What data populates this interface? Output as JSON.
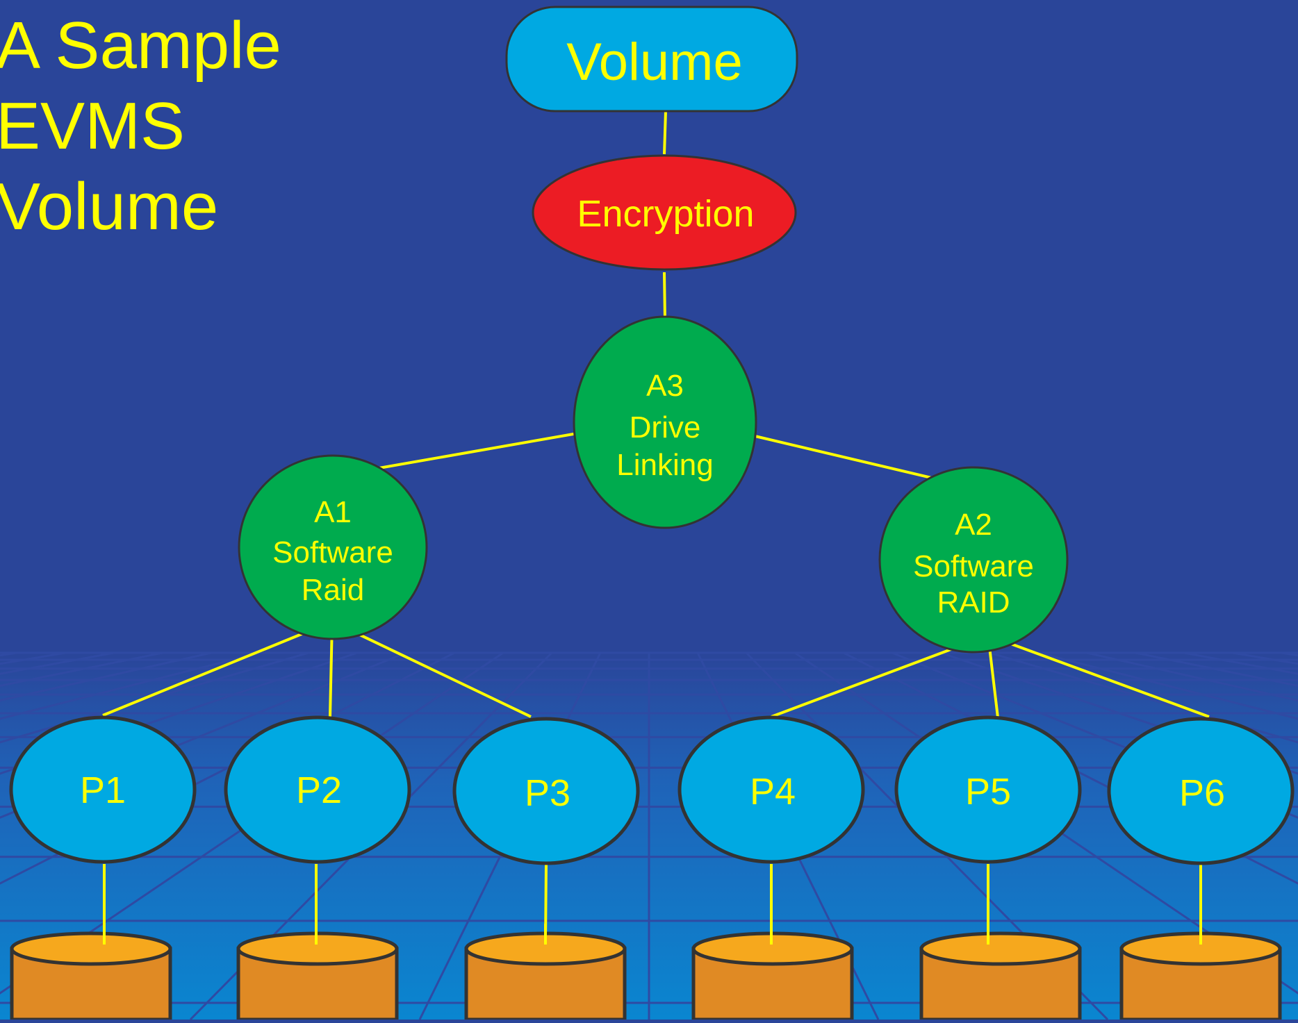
{
  "title": {
    "lines": [
      "A Sample",
      "EVMS",
      "Volume"
    ]
  },
  "colors": {
    "background": "#2a4599",
    "text": "#ffff00",
    "connector": "#ffff00",
    "volume_node": "#00a9e2",
    "encryption_node": "#ec1c24",
    "aggregate_node": "#00ab4e",
    "partition_node": "#00a9e2",
    "disk_top": "#f6a81d",
    "disk_body": "#e08a24",
    "floor_grid": "#1f7fcc"
  },
  "nodes": {
    "volume": {
      "label": "Volume"
    },
    "encryption": {
      "label": "Encryption"
    },
    "a3": {
      "lines": [
        "A3",
        "Drive",
        "Linking"
      ]
    },
    "a1": {
      "lines": [
        "A1",
        "Software",
        "Raid"
      ]
    },
    "a2": {
      "lines": [
        "A2",
        "Software",
        "RAID"
      ]
    },
    "partitions": [
      {
        "label": "P1"
      },
      {
        "label": "P2"
      },
      {
        "label": "P3"
      },
      {
        "label": "P4"
      },
      {
        "label": "P5"
      },
      {
        "label": "P6"
      }
    ],
    "disk_count": 6
  },
  "edges": [
    [
      "volume",
      "encryption"
    ],
    [
      "encryption",
      "a3"
    ],
    [
      "a3",
      "a1"
    ],
    [
      "a3",
      "a2"
    ],
    [
      "a1",
      "p1"
    ],
    [
      "a1",
      "p2"
    ],
    [
      "a1",
      "p3"
    ],
    [
      "a2",
      "p4"
    ],
    [
      "a2",
      "p5"
    ],
    [
      "a2",
      "p6"
    ],
    [
      "p1",
      "disk1"
    ],
    [
      "p2",
      "disk2"
    ],
    [
      "p3",
      "disk3"
    ],
    [
      "p4",
      "disk4"
    ],
    [
      "p5",
      "disk5"
    ],
    [
      "p6",
      "disk6"
    ]
  ]
}
